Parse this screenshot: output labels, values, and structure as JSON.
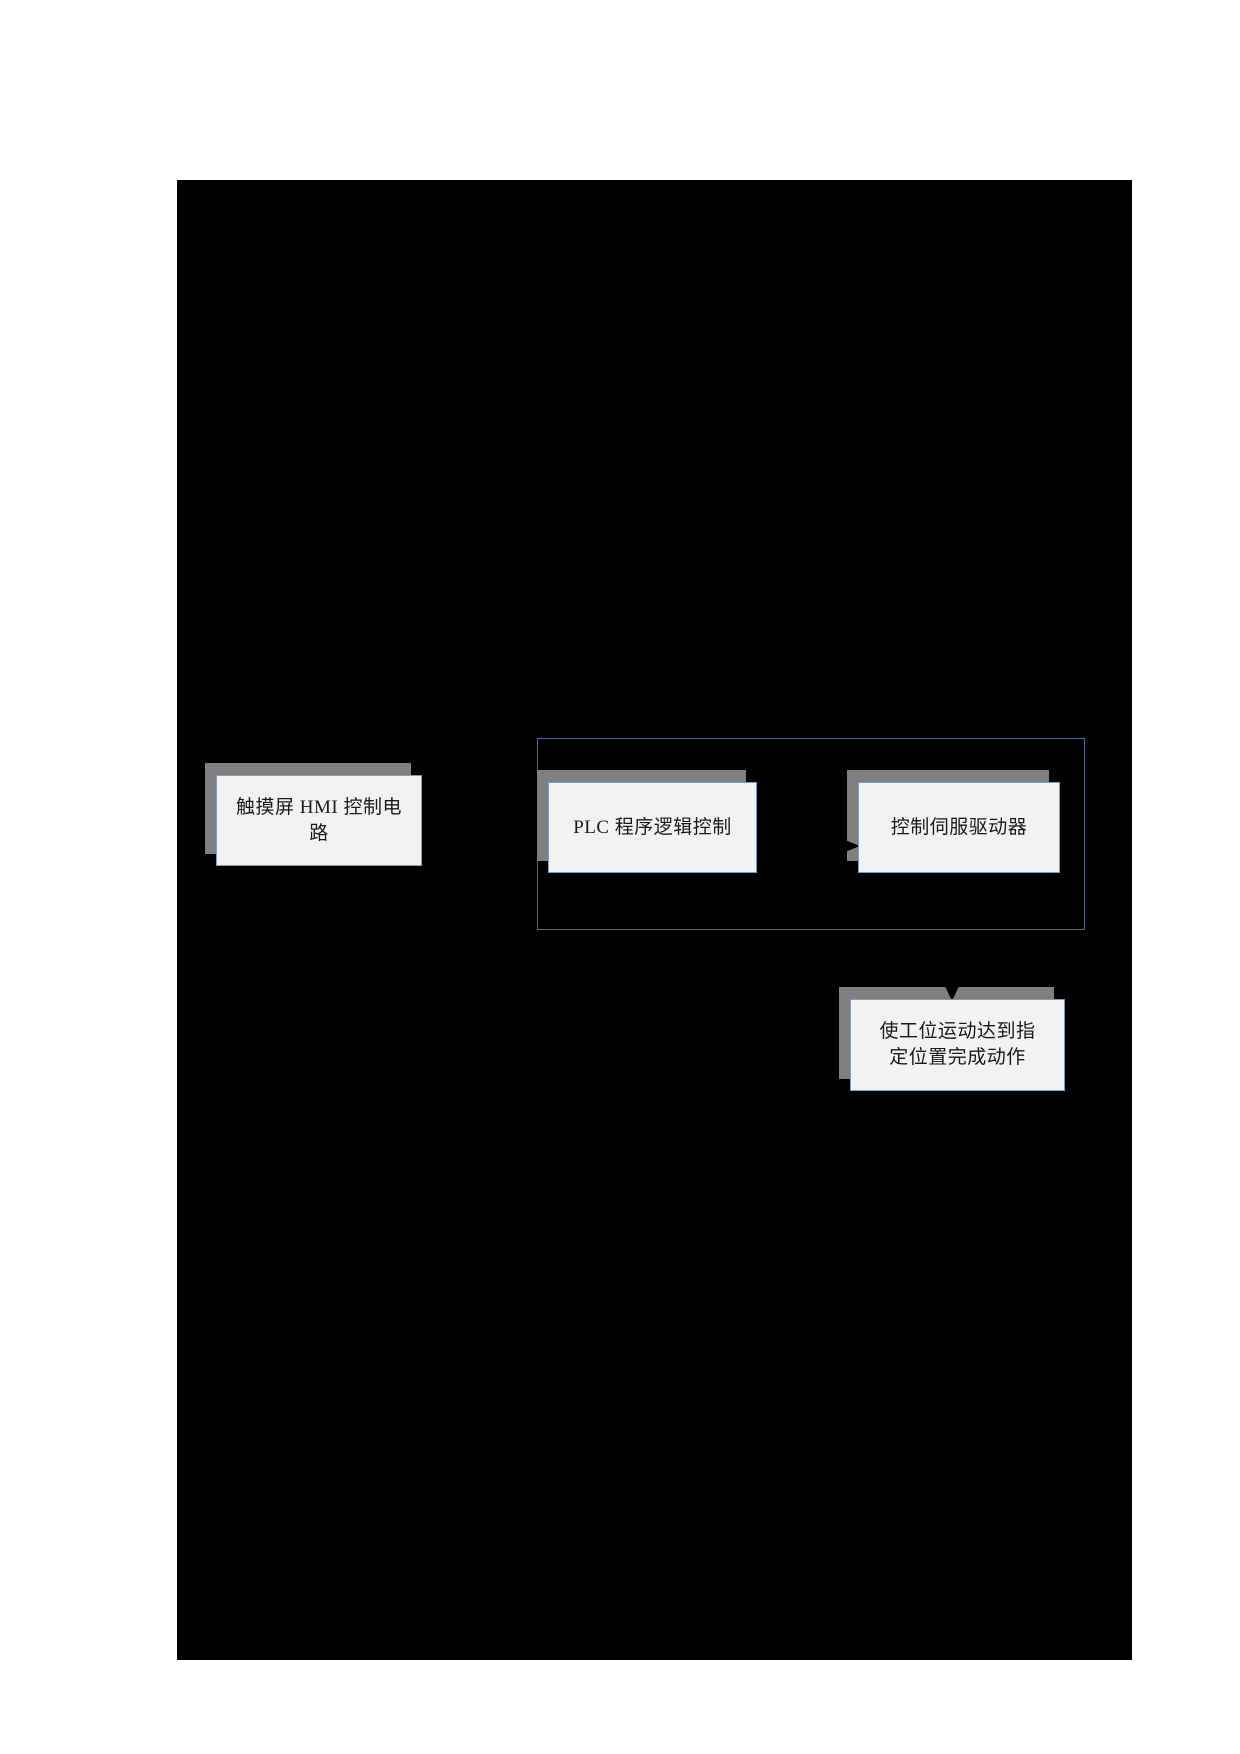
{
  "document": {
    "background_color": "#ffffff",
    "canvas_color": "#000000"
  },
  "diagram": {
    "type": "flowchart",
    "group_border_color": "#4a6c99",
    "box_fill_color": "#f2f2f2",
    "box_border_color": "#7f9bbd",
    "box_shadow_color": "#7f7f7f",
    "nodes": [
      {
        "id": "hmi",
        "label": "触摸屏 HMI 控制电\n路",
        "name": "hmi-control-circuit-box"
      },
      {
        "id": "plc",
        "label": "PLC 程序逻辑控制",
        "name": "plc-logic-control-box"
      },
      {
        "id": "servo",
        "label": "控制伺服驱动器",
        "name": "servo-driver-control-box"
      },
      {
        "id": "result",
        "label": "使工位运动达到指\n定位置完成动作",
        "name": "station-motion-result-box"
      }
    ],
    "connectors": [
      {
        "from": "plc",
        "to": "servo",
        "direction": "right",
        "name": "plc-to-servo-arrow"
      },
      {
        "from": "group",
        "to": "result",
        "direction": "down",
        "name": "group-to-result-arrow"
      }
    ]
  }
}
